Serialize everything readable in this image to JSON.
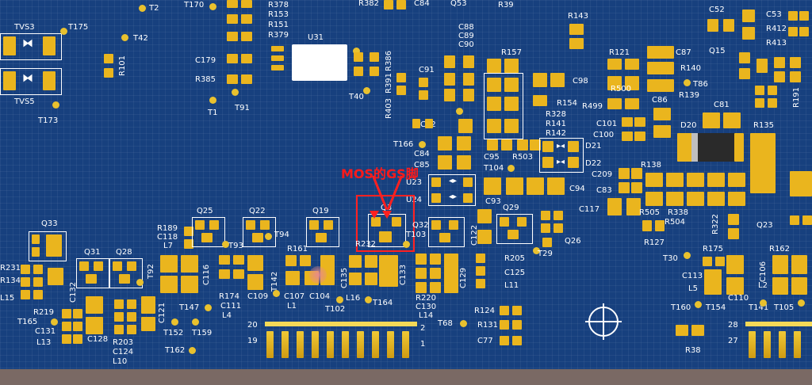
{
  "annotation": {
    "text": "MOS的GS脚",
    "color": "#ff2020"
  },
  "board": {
    "color": "#17407e",
    "pad_color": "#eab51e"
  },
  "labels": {
    "t2": "T2",
    "t170": "T170",
    "r378": "R378",
    "r153": "R153",
    "r151": "R151",
    "r379": "R379",
    "u31": "U31",
    "r382": "R382",
    "c84top": "C84",
    "q53": "Q53",
    "r143": "R143",
    "c52": "C52",
    "c53": "C53",
    "r412": "R412",
    "r413": "R413",
    "tvs3": "TVS3",
    "t175": "T175",
    "t42": "T42",
    "r101": "R101",
    "c179": "C179",
    "r385": "R385",
    "t91": "T91",
    "t1": "T1",
    "tvs5": "TVS5",
    "t173": "T173",
    "t40": "T40",
    "r386": "R386",
    "r391": "R391",
    "r403": "R403",
    "c88": "C88",
    "c89": "C89",
    "c90": "C90",
    "r157": "R157",
    "c91": "C91",
    "r121": "R121",
    "c87": "C87",
    "q15": "Q15",
    "r140": "R140",
    "t86": "T86",
    "r139": "R139",
    "c98": "C98",
    "r500": "R500",
    "r499": "R499",
    "r154": "R154",
    "c86": "C86",
    "c81": "C81",
    "r191": "R191",
    "r328": "R328",
    "r141": "R141",
    "r142": "R142",
    "c101": "C101",
    "c100": "C100",
    "d20": "D20",
    "r135": "R135",
    "c92": "C92",
    "t166": "T166",
    "c84": "C84",
    "c85": "C85",
    "c95": "C95",
    "r503": "R503",
    "d21": "D21",
    "d22": "D22",
    "t104": "T104",
    "u23": "U23",
    "u24": "U24",
    "c93": "C93",
    "c94": "C94",
    "c209": "C209",
    "r138": "R138",
    "c83": "C83",
    "c117": "C117",
    "r505": "R505",
    "r338": "R338",
    "r504": "R504",
    "r322": "R322",
    "q23": "Q23",
    "q33": "Q33",
    "q25": "Q25",
    "q22": "Q22",
    "q19": "Q19",
    "q3": "Q3",
    "q32": "Q32",
    "q29": "Q29",
    "q26": "Q26",
    "r189": "R189",
    "c118": "C118",
    "l7": "L7",
    "t93": "T93",
    "t94": "T94",
    "r161": "R161",
    "r232": "R232",
    "t103": "T103",
    "c122": "C122",
    "r127": "R127",
    "t29": "T29",
    "r205": "R205",
    "c125": "C125",
    "l11": "L11",
    "t30": "T30",
    "r175": "R175",
    "r162": "R162",
    "c106": "C106",
    "l2": "L2",
    "c113": "C113",
    "l5": "L5",
    "c110": "C110",
    "r231": "R231",
    "r134": "R134",
    "l15": "L15",
    "q31": "Q31",
    "q28": "Q28",
    "c132": "C132",
    "t92": "T92",
    "c116": "C116",
    "r174": "R174",
    "c111": "C111",
    "l4": "L4",
    "c109": "C109",
    "t142": "T142",
    "c107": "C107",
    "c104": "C104",
    "l1": "L1",
    "c135": "C135",
    "l16": "L16",
    "t164": "T164",
    "c133": "C133",
    "r220": "R220",
    "c130": "C130",
    "l14": "L14",
    "c129": "C129",
    "r219": "R219",
    "t165": "T165",
    "c131": "C131",
    "l13": "L13",
    "c128": "C128",
    "r203": "R203",
    "c124": "C124",
    "l10": "L10",
    "c121": "C121",
    "t147": "T147",
    "t152": "T152",
    "t159": "T159",
    "t162": "T162",
    "t102": "T102",
    "t68": "T68",
    "r124": "R124",
    "r131": "R131",
    "c77": "C77",
    "t160": "T160",
    "t154": "T154",
    "r38": "R38",
    "t141": "T141",
    "t105": "T105",
    "h20": "20",
    "h19": "19",
    "h2": "2",
    "h1": "1",
    "h28": "28",
    "h27": "27"
  }
}
